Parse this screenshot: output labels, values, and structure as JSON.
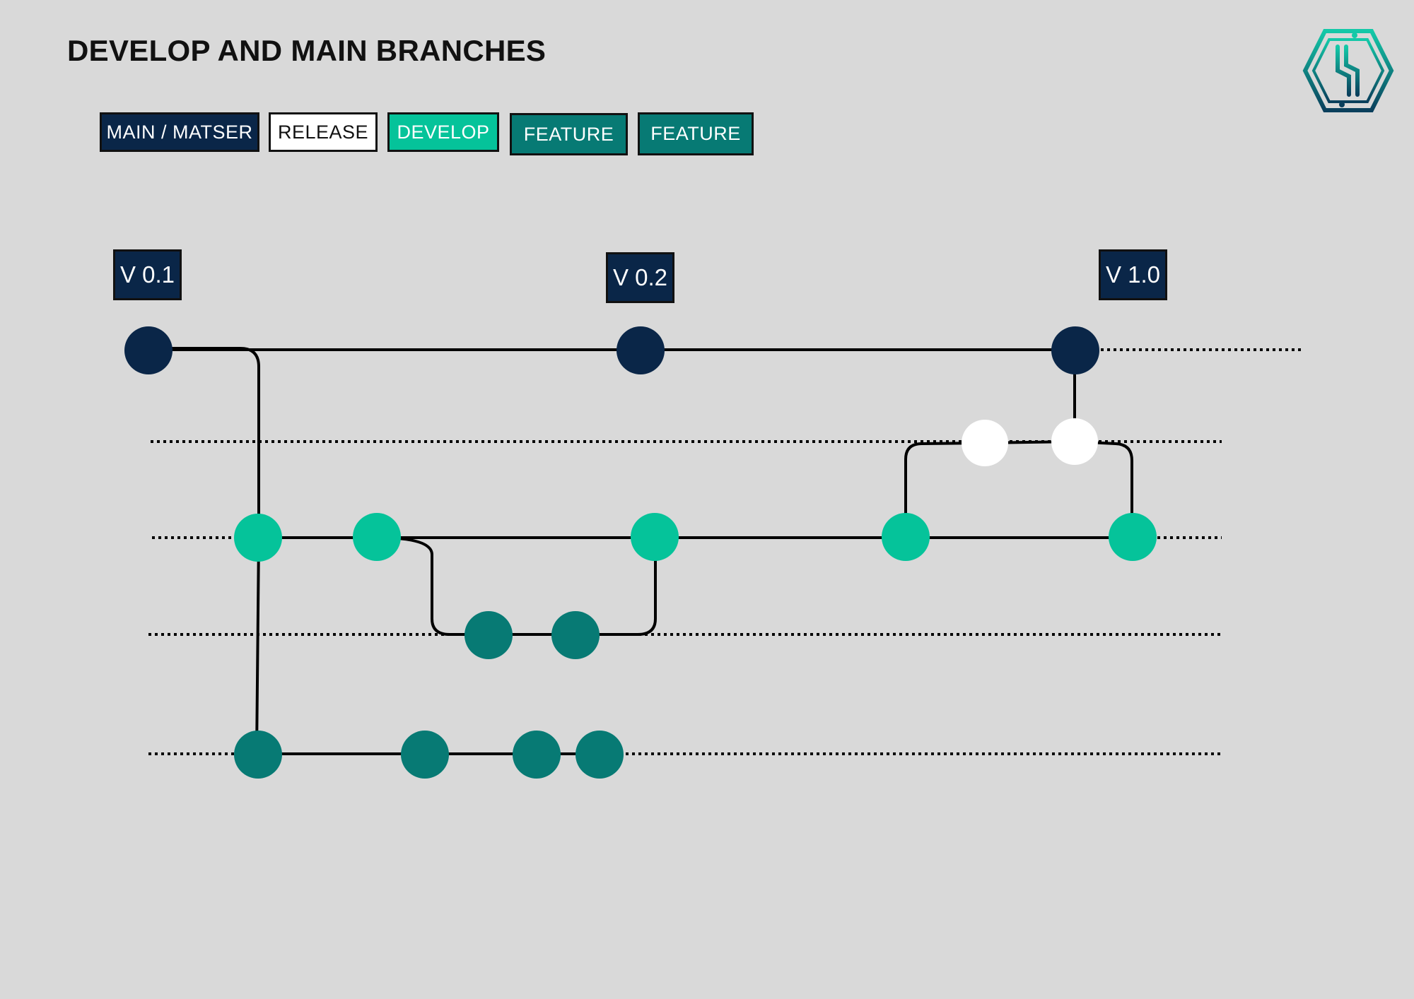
{
  "title": "DEVELOP AND MAIN BRANCHES",
  "legend": [
    {
      "label": "MAIN / MATSER",
      "bg": "#0a2648",
      "fg": "#ffffff"
    },
    {
      "label": "RELEASE",
      "bg": "#ffffff",
      "fg": "#111111"
    },
    {
      "label": "DEVELOP",
      "bg": "#05c39a",
      "fg": "#ffffff"
    },
    {
      "label": "FEATURE",
      "bg": "#077a74",
      "fg": "#ffffff"
    },
    {
      "label": "FEATURE",
      "bg": "#077a74",
      "fg": "#ffffff"
    }
  ],
  "versions": [
    "V 0.1",
    "V 0.2",
    "V 1.0"
  ],
  "colors": {
    "main": "#0a2648",
    "release": "#ffffff",
    "develop": "#05c39a",
    "feature": "#077a74",
    "line": "#000000",
    "background": "#d9d9d9"
  },
  "logo": {
    "icon": "hexagon-circuit-logo",
    "accent": "#0fb9a0"
  }
}
